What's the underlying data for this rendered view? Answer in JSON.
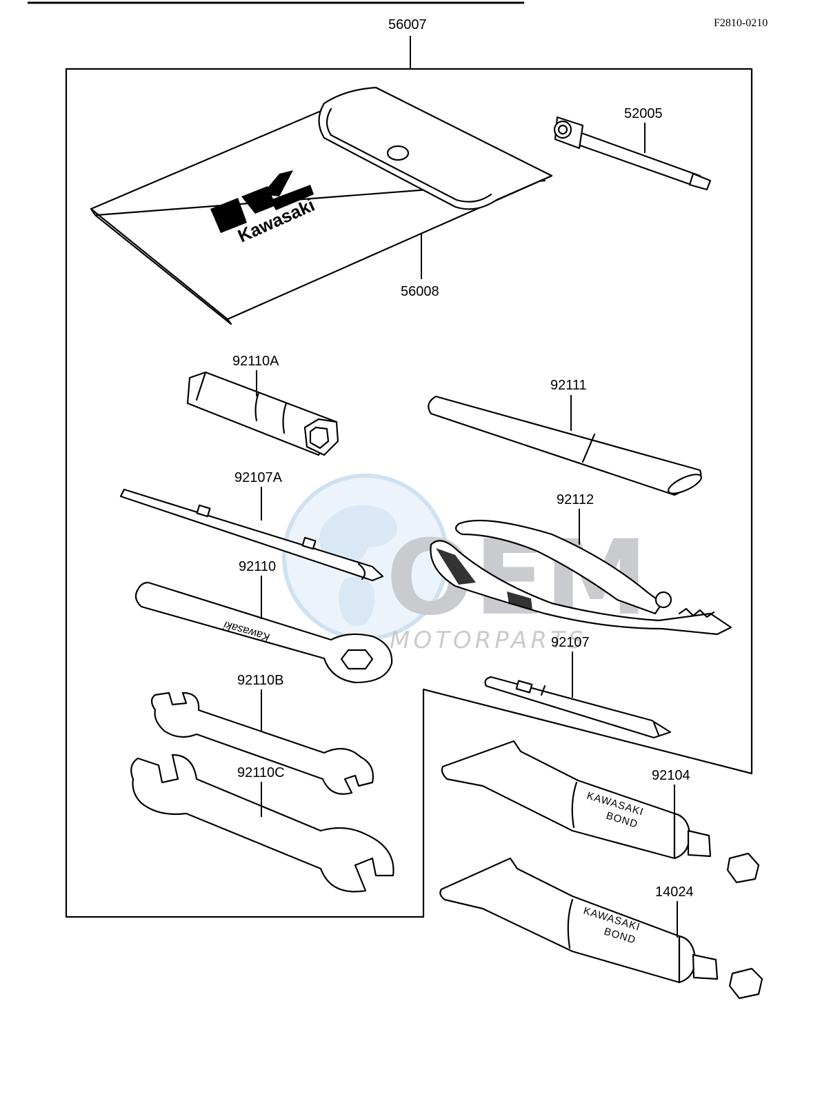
{
  "drawing_ref": "F2810-0210",
  "brand_text": "Kawasaki",
  "tube_text_line1": "KAWASAKI",
  "tube_text_line2": "BOND",
  "watermark": {
    "main": "OEM",
    "sub": "MOTORPARTS"
  },
  "parts": {
    "kit": "56007",
    "tool_case": "56008",
    "spark_plug_tool": "52005",
    "plug_wrench": "92110A",
    "bar": "92111",
    "screwdriver_flat": "92107A",
    "pliers": "92112",
    "box_wrench": "92110",
    "screwdriver_phillips": "92107",
    "wrench_small": "92110B",
    "wrench_large": "92110C",
    "bond_tube_1": "92104",
    "bond_tube_2": "14024"
  }
}
